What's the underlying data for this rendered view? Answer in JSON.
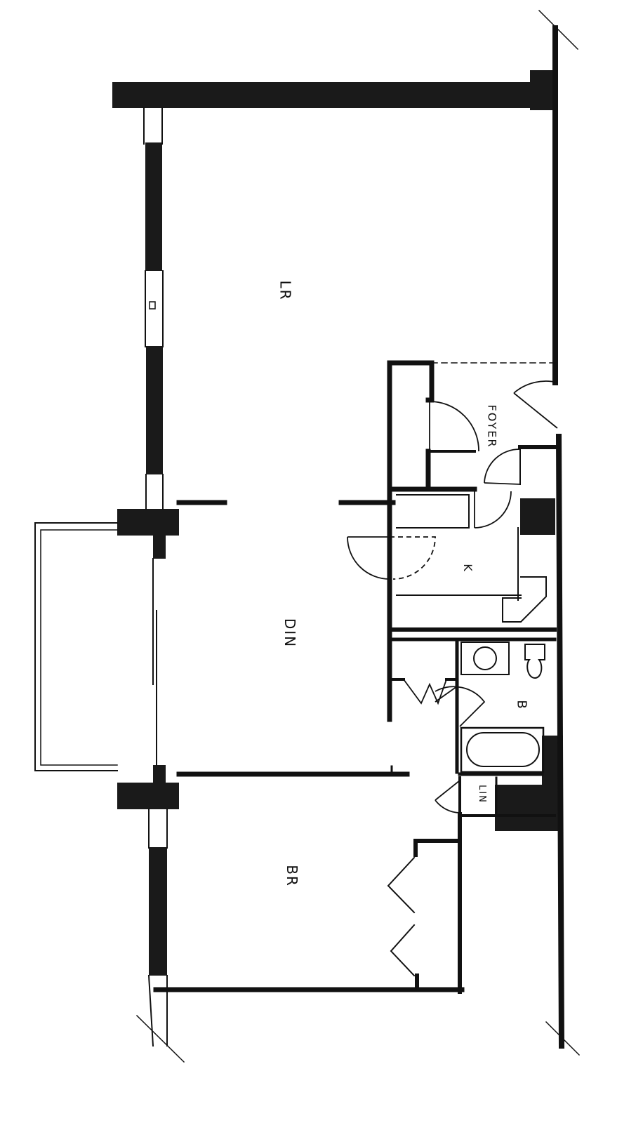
{
  "rooms": {
    "lr": "LR",
    "foyer": "FOYER",
    "k": "K",
    "din": "DIN",
    "b": "B",
    "lin": "LIN",
    "br": "BR"
  },
  "colors": {
    "wall": "#111111",
    "line": "#111111",
    "background": "#ffffff"
  }
}
